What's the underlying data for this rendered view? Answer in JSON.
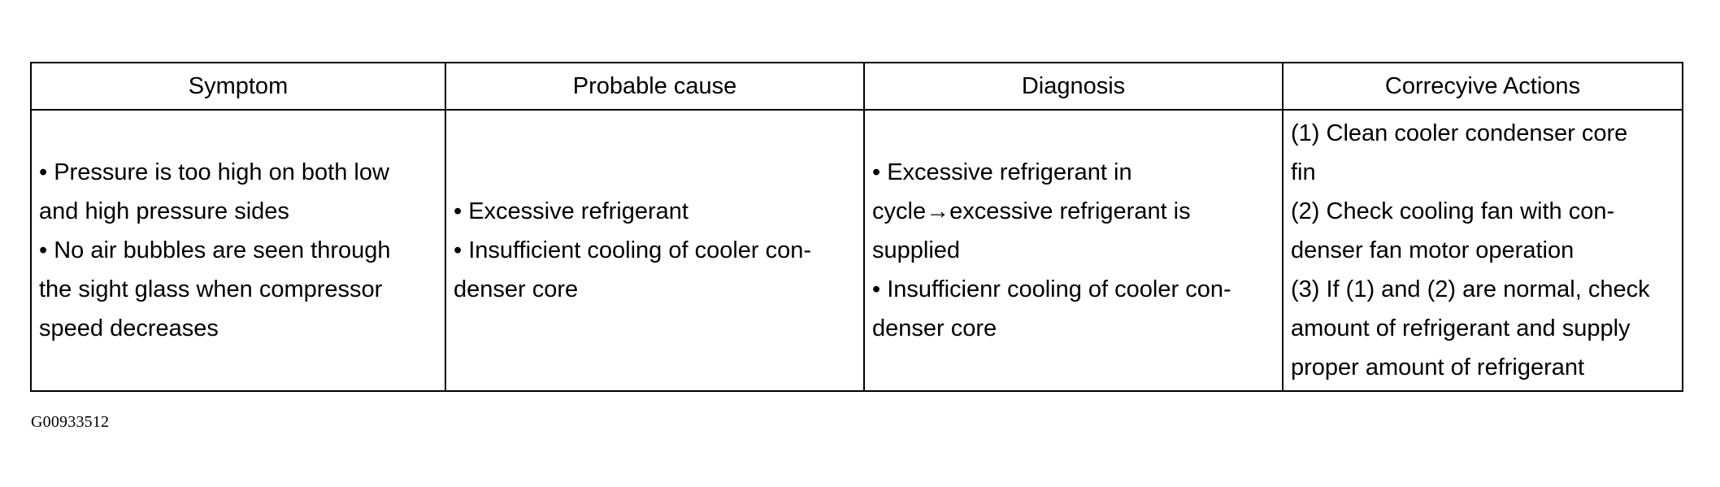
{
  "table": {
    "headers": [
      "Symptom",
      "Probable cause",
      "Diagnosis",
      "Correcyive Actions"
    ],
    "row": {
      "symptom": [
        "• Pressure is too high on both low",
        "and high pressure sides",
        "• No air bubbles are seen through",
        "the sight glass when compressor",
        "speed decreases"
      ],
      "probable_cause": [
        "• Excessive refrigerant",
        "• Insufficient cooling of cooler con-",
        "denser core"
      ],
      "diagnosis": [
        "• Excessive refrigerant in",
        "cycle→excessive refrigerant is",
        "supplied",
        "• Insufficienr cooling of cooler con-",
        "denser core"
      ],
      "corrective_actions": [
        "(1) Clean cooler condenser core",
        "fin",
        "(2) Check cooling fan with con-",
        "denser fan motor operation",
        "(3) If (1) and (2) are normal, check",
        "amount of refrigerant and supply",
        "proper amount of refrigerant"
      ]
    }
  },
  "figure_code": "G00933512"
}
